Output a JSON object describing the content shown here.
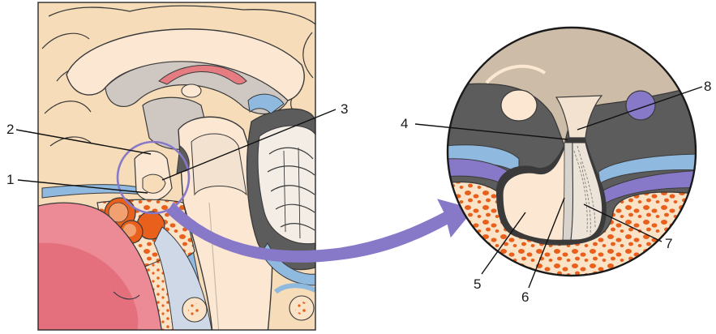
{
  "callouts": [
    {
      "label": "1"
    },
    {
      "label": "2"
    },
    {
      "label": "3"
    },
    {
      "label": "4"
    },
    {
      "label": "5"
    },
    {
      "label": "6"
    },
    {
      "label": "7"
    },
    {
      "label": "8"
    }
  ],
  "colors": {
    "skin": "#f6dcb8",
    "brain_pale": "#fbe7d2",
    "brain_grey": "#cfc8c2",
    "ventricle_dark": "#5c5c5c",
    "blue_membrane": "#8fb9de",
    "purple_highlight": "#8878c8",
    "bone_orange": "#e8601c",
    "nasal_pink": "#ec8a96",
    "cerebellum_white": "#f3ede6"
  }
}
